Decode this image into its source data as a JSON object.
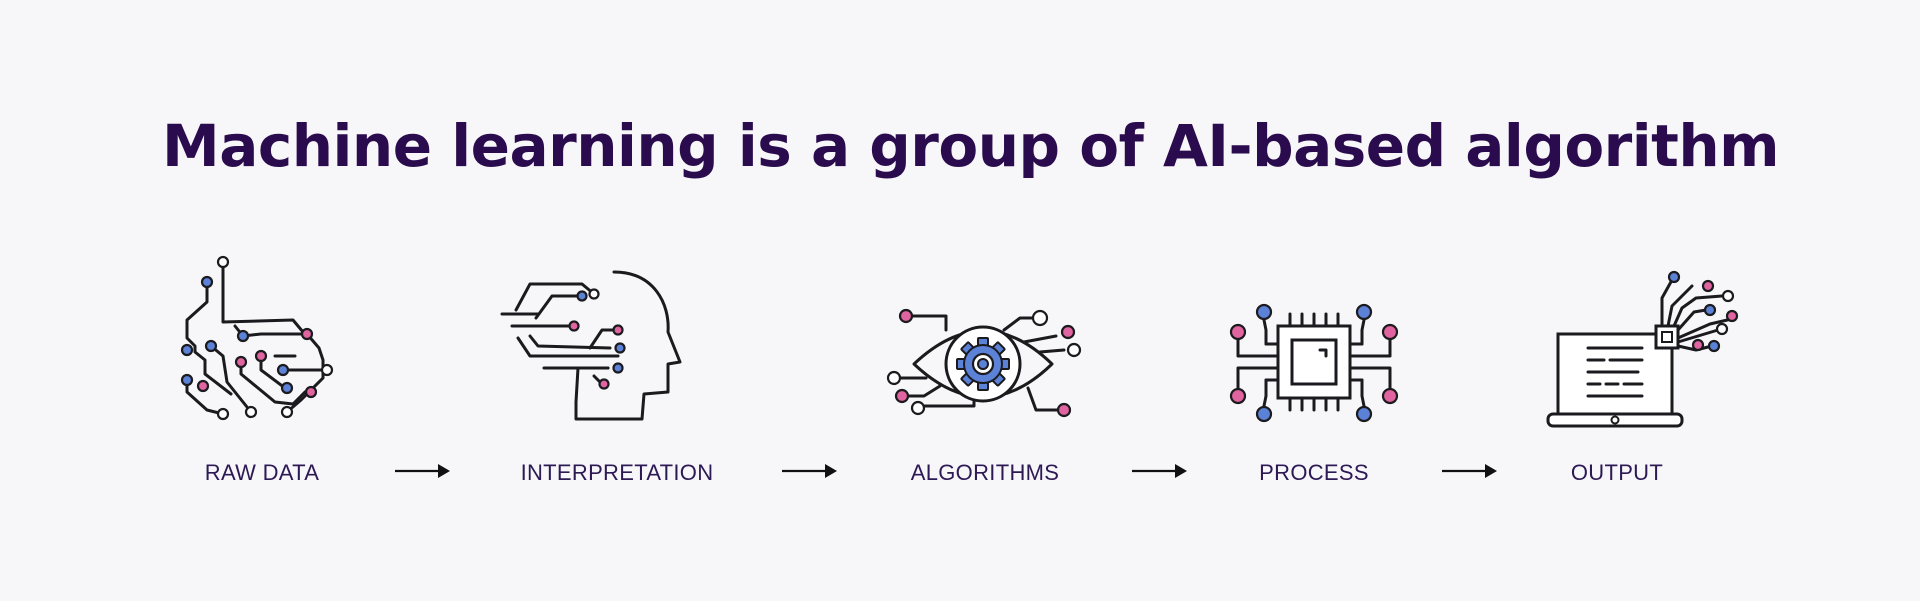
{
  "title": "Machine learning is a group of AI-based algorithm",
  "steps": [
    {
      "label": "RAW DATA",
      "icon": "circuit-brain-icon"
    },
    {
      "label": "INTERPRETATION",
      "icon": "circuit-head-icon"
    },
    {
      "label": "ALGORITHMS",
      "icon": "eye-gear-icon"
    },
    {
      "label": "PROCESS",
      "icon": "cpu-chip-icon"
    },
    {
      "label": "OUTPUT",
      "icon": "laptop-network-icon"
    }
  ],
  "colors": {
    "title": "#2a0b4d",
    "label": "#2d1a55",
    "background": "#f7f6f9",
    "node_blue": "#5b82d6",
    "node_pink": "#e0649f",
    "node_white": "#ffffff",
    "stroke": "#1b1b1f"
  }
}
